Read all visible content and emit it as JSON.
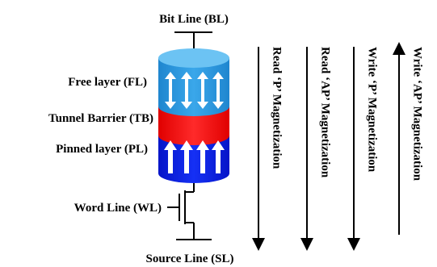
{
  "labels": {
    "bit_line": "Bit Line (BL)",
    "free_layer": "Free layer (FL)",
    "tunnel_barrier": "Tunnel Barrier (TB)",
    "pinned_layer": "Pinned layer (PL)",
    "word_line": "Word Line (WL)",
    "source_line": "Source Line (SL)"
  },
  "operations": [
    {
      "label": "Read ‘P’ Magnetization",
      "direction": "down"
    },
    {
      "label": "Read ‘AP’ Magnetization",
      "direction": "down"
    },
    {
      "label": "Write ‘P’ Magnetization",
      "direction": "down"
    },
    {
      "label": "Write ‘AP’ Magnetization",
      "direction": "up"
    }
  ],
  "colors": {
    "free_layer": "#2e9be0",
    "tunnel_barrier": "#ff1a1a",
    "pinned_layer": "#0b1fe6",
    "magnetization_arrow": "#ffffff",
    "line": "#000000"
  }
}
